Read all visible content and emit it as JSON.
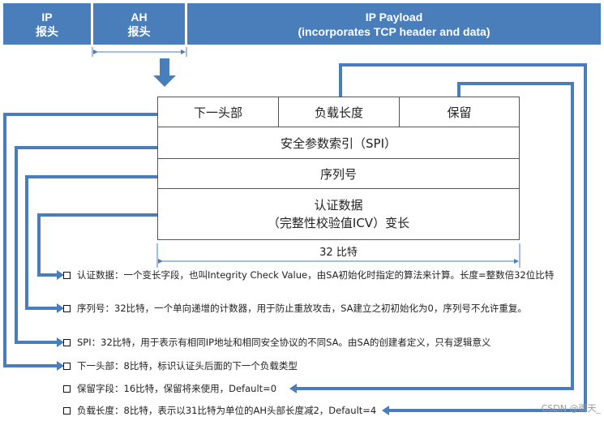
{
  "header": {
    "ip": {
      "line1": "IP",
      "line2": "报头"
    },
    "ah": {
      "line1": "AH",
      "line2": "报头"
    },
    "payload": {
      "line1": "IP Payload",
      "line2": "(incorporates TCP header and data)"
    }
  },
  "ah_table": {
    "next_header": "下一头部",
    "payload_length": "负载长度",
    "reserved": "保留",
    "spi": "安全参数索引（SPI）",
    "sequence": "序列号",
    "auth_line1": "认证数据",
    "auth_line2": "（完整性校验值ICV）变长",
    "width": "32 比特"
  },
  "notes": [
    "认证数据：一个变长字段，也叫Integrity Check Value，由SA初始化时指定的算法来计算。长度=整数倍32位比特",
    "序列号：32比特，一个单向递增的计数器，用于防止重放攻击，SA建立之初初始化为0，序列号不允许重复。",
    "SPI：32比特，用于表示有相同IP地址和相同安全协议的不同SA。由SA的创建者定义，只有逻辑意义",
    "下一头部：8比特，标识认证头后面的下一个负载类型",
    "保留字段：16比特，保留将来使用，Default=0",
    "负载长度：8比特，表示以31比特为单位的AH头部长度减2，Default=4"
  ],
  "watermark": "CSDN @雨天_",
  "colors": {
    "header": "#4a7ebb",
    "arrow": "#4a7ebb",
    "line": "#4a7ebb"
  }
}
